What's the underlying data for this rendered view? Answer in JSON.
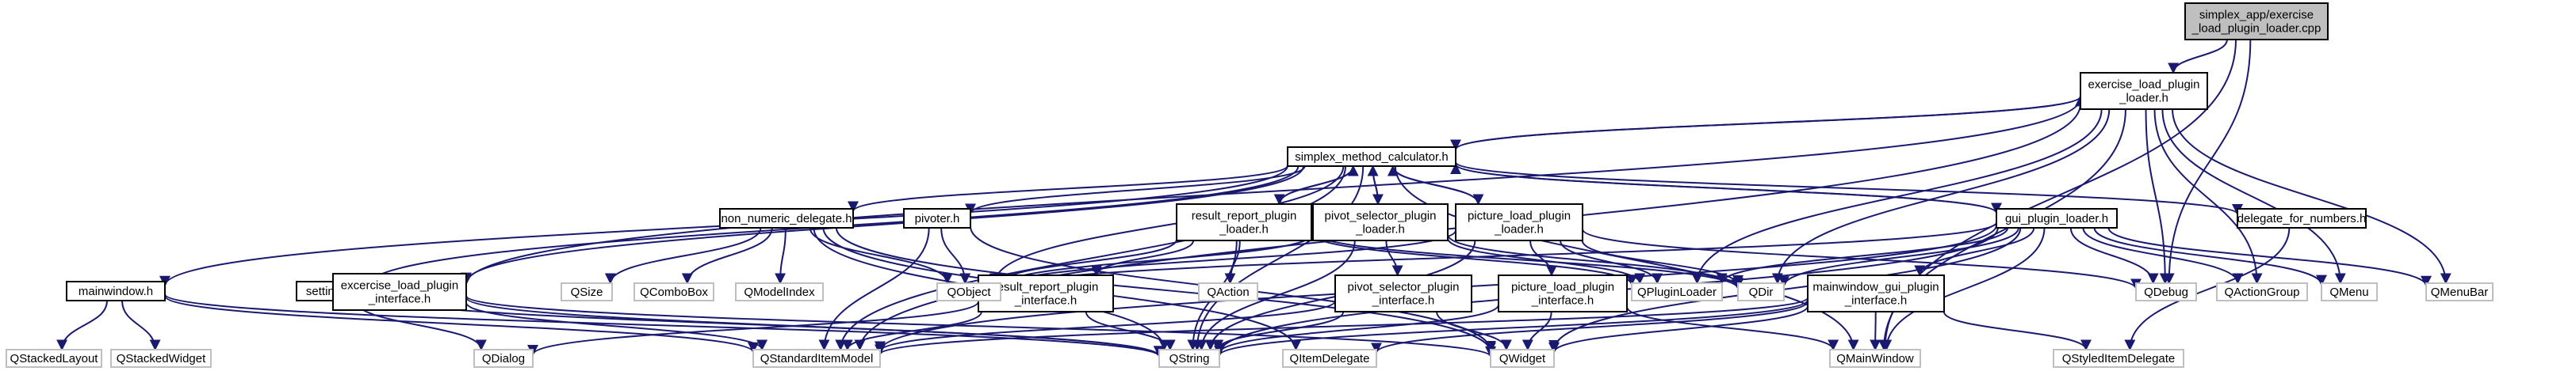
{
  "colors": {
    "edge": "#191970",
    "root_fill": "#bfbfbf",
    "root_stroke": "#000000",
    "documented_fill": "#ffffff",
    "documented_stroke": "#000000",
    "external_fill": "#ffffff",
    "external_stroke": "#bfbfbf"
  },
  "nodes": [
    {
      "id": "root",
      "kind": "root",
      "lines": [
        "simplex_app/exercise",
        "_load_plugin_loader.cpp"
      ]
    },
    {
      "id": "elpl",
      "kind": "documented",
      "lines": [
        "exercise_load_plugin",
        "_loader.h"
      ]
    },
    {
      "id": "smc",
      "kind": "documented",
      "lines": [
        "simplex_method_calculator.h"
      ]
    },
    {
      "id": "nnd",
      "kind": "documented",
      "lines": [
        "non_numeric_delegate.h"
      ]
    },
    {
      "id": "piv",
      "kind": "documented",
      "lines": [
        "pivoter.h"
      ]
    },
    {
      "id": "rrpl",
      "kind": "documented",
      "lines": [
        "result_report_plugin",
        "_loader.h"
      ]
    },
    {
      "id": "pspl",
      "kind": "documented",
      "lines": [
        "pivot_selector_plugin",
        "_loader.h"
      ]
    },
    {
      "id": "ppl",
      "kind": "documented",
      "lines": [
        "picture_load_plugin",
        "_loader.h"
      ]
    },
    {
      "id": "gpl",
      "kind": "documented",
      "lines": [
        "gui_plugin_loader.h"
      ]
    },
    {
      "id": "dfn",
      "kind": "documented",
      "lines": [
        "delegate_for_numbers.h"
      ]
    },
    {
      "id": "mw",
      "kind": "documented",
      "lines": [
        "mainwindow.h"
      ]
    },
    {
      "id": "set",
      "kind": "documented",
      "lines": [
        "settings.h"
      ]
    },
    {
      "id": "elpi",
      "kind": "documented",
      "lines": [
        "excercise_load_plugin",
        "_interface.h"
      ]
    },
    {
      "id": "rrpi",
      "kind": "documented",
      "lines": [
        "result_report_plugin",
        "_interface.h"
      ]
    },
    {
      "id": "pspi",
      "kind": "documented",
      "lines": [
        "pivot_selector_plugin",
        "_interface.h"
      ]
    },
    {
      "id": "ppi",
      "kind": "documented",
      "lines": [
        "picture_load_plugin",
        "_interface.h"
      ]
    },
    {
      "id": "mgpi",
      "kind": "documented",
      "lines": [
        "mainwindow_gui_plugin",
        "_interface.h"
      ]
    },
    {
      "id": "qsize",
      "kind": "external",
      "lines": [
        "QSize"
      ]
    },
    {
      "id": "qcombo",
      "kind": "external",
      "lines": [
        "QComboBox"
      ]
    },
    {
      "id": "qmodelidx",
      "kind": "external",
      "lines": [
        "QModelIndex"
      ]
    },
    {
      "id": "qobject",
      "kind": "external",
      "lines": [
        "QObject"
      ]
    },
    {
      "id": "qaction",
      "kind": "external",
      "lines": [
        "QAction"
      ]
    },
    {
      "id": "qpluginloader",
      "kind": "external",
      "lines": [
        "QPluginLoader"
      ]
    },
    {
      "id": "qdir",
      "kind": "external",
      "lines": [
        "QDir"
      ]
    },
    {
      "id": "qdebug",
      "kind": "external",
      "lines": [
        "QDebug"
      ]
    },
    {
      "id": "qactiongroup",
      "kind": "external",
      "lines": [
        "QActionGroup"
      ]
    },
    {
      "id": "qmenu",
      "kind": "external",
      "lines": [
        "QMenu"
      ]
    },
    {
      "id": "qmenubar",
      "kind": "external",
      "lines": [
        "QMenuBar"
      ]
    },
    {
      "id": "qstackedlayout",
      "kind": "external",
      "lines": [
        "QStackedLayout"
      ]
    },
    {
      "id": "qstackedwidget",
      "kind": "external",
      "lines": [
        "QStackedWidget"
      ]
    },
    {
      "id": "qdialog",
      "kind": "external",
      "lines": [
        "QDialog"
      ]
    },
    {
      "id": "qsim",
      "kind": "external",
      "lines": [
        "QStandardItemModel"
      ]
    },
    {
      "id": "qstring",
      "kind": "external",
      "lines": [
        "QString"
      ]
    },
    {
      "id": "qitemdelegate",
      "kind": "external",
      "lines": [
        "QItemDelegate"
      ]
    },
    {
      "id": "qwidget",
      "kind": "external",
      "lines": [
        "QWidget"
      ]
    },
    {
      "id": "qmainwindow",
      "kind": "external",
      "lines": [
        "QMainWindow"
      ]
    },
    {
      "id": "qstyleditemdelegate",
      "kind": "external",
      "lines": [
        "QStyledItemDelegate"
      ]
    }
  ],
  "edges": [
    [
      "root",
      "elpl"
    ],
    [
      "root",
      "qdebug"
    ],
    [
      "root",
      "qmainwindow"
    ],
    [
      "elpl",
      "smc"
    ],
    [
      "elpl",
      "elpi"
    ],
    [
      "elpl",
      "qpluginloader"
    ],
    [
      "elpl",
      "qdir"
    ],
    [
      "elpl",
      "qdebug"
    ],
    [
      "elpl",
      "qactiongroup"
    ],
    [
      "elpl",
      "qmenu"
    ],
    [
      "elpl",
      "qmenubar"
    ],
    [
      "elpl",
      "qmainwindow"
    ],
    [
      "elpl",
      "qsim"
    ],
    [
      "smc",
      "elpl"
    ],
    [
      "smc",
      "mw"
    ],
    [
      "smc",
      "set"
    ],
    [
      "smc",
      "elpi"
    ],
    [
      "smc",
      "nnd"
    ],
    [
      "smc",
      "piv"
    ],
    [
      "smc",
      "rrpl"
    ],
    [
      "smc",
      "pspl"
    ],
    [
      "smc",
      "ppl"
    ],
    [
      "smc",
      "gpl"
    ],
    [
      "smc",
      "dfn"
    ],
    [
      "smc",
      "qobject"
    ],
    [
      "smc",
      "qsim"
    ],
    [
      "smc",
      "qmainwindow"
    ],
    [
      "smc",
      "qstring"
    ],
    [
      "rrpl",
      "smc"
    ],
    [
      "pspl",
      "smc"
    ],
    [
      "ppl",
      "smc"
    ],
    [
      "gpl",
      "smc"
    ],
    [
      "nnd",
      "qsize"
    ],
    [
      "nnd",
      "qcombo"
    ],
    [
      "nnd",
      "qmodelidx"
    ],
    [
      "nnd",
      "qobject"
    ],
    [
      "nnd",
      "qwidget"
    ],
    [
      "nnd",
      "qitemdelegate"
    ],
    [
      "nnd",
      "qstring"
    ],
    [
      "piv",
      "qobject"
    ],
    [
      "piv",
      "qsim"
    ],
    [
      "piv",
      "qwidget"
    ],
    [
      "rrpl",
      "qobject"
    ],
    [
      "rrpl",
      "rrpi"
    ],
    [
      "rrpl",
      "qaction"
    ],
    [
      "rrpl",
      "qpluginloader"
    ],
    [
      "rrpl",
      "qdir"
    ],
    [
      "rrpl",
      "qstring"
    ],
    [
      "pspl",
      "qobject"
    ],
    [
      "pspl",
      "pspi"
    ],
    [
      "pspl",
      "qpluginloader"
    ],
    [
      "pspl",
      "qdir"
    ],
    [
      "pspl",
      "qstring"
    ],
    [
      "ppl",
      "qobject"
    ],
    [
      "ppl",
      "ppi"
    ],
    [
      "ppl",
      "qpluginloader"
    ],
    [
      "ppl",
      "qdir"
    ],
    [
      "ppl",
      "qstring"
    ],
    [
      "ppl",
      "qdebug"
    ],
    [
      "gpl",
      "qobject"
    ],
    [
      "gpl",
      "mgpi"
    ],
    [
      "gpl",
      "qpluginloader"
    ],
    [
      "gpl",
      "qdir"
    ],
    [
      "gpl",
      "qdebug"
    ],
    [
      "gpl",
      "qactiongroup"
    ],
    [
      "gpl",
      "qmenu"
    ],
    [
      "gpl",
      "qmenubar"
    ],
    [
      "gpl",
      "qmainwindow"
    ],
    [
      "gpl",
      "qwidget"
    ],
    [
      "gpl",
      "qstring"
    ],
    [
      "gpl",
      "qsim"
    ],
    [
      "dfn",
      "qstyleditemdelegate"
    ],
    [
      "mw",
      "qstackedlayout"
    ],
    [
      "mw",
      "qstackedwidget"
    ],
    [
      "mw",
      "qsim"
    ],
    [
      "mw",
      "qstring"
    ],
    [
      "set",
      "qdialog"
    ],
    [
      "set",
      "qstring"
    ],
    [
      "elpi",
      "qsim"
    ],
    [
      "elpi",
      "qstring"
    ],
    [
      "elpi",
      "qwidget"
    ],
    [
      "rrpi",
      "qdialog"
    ],
    [
      "rrpi",
      "qsim"
    ],
    [
      "rrpi",
      "qstring"
    ],
    [
      "pspi",
      "qsim"
    ],
    [
      "pspi",
      "qstring"
    ],
    [
      "pspi",
      "qwidget"
    ],
    [
      "ppi",
      "qstring"
    ],
    [
      "ppi",
      "qwidget"
    ],
    [
      "ppi",
      "qmainwindow"
    ],
    [
      "mgpi",
      "qsim"
    ],
    [
      "mgpi",
      "qstring"
    ],
    [
      "mgpi",
      "qwidget"
    ],
    [
      "mgpi",
      "qmainwindow"
    ],
    [
      "mgpi",
      "qitemdelegate"
    ],
    [
      "mgpi",
      "qstyleditemdelegate"
    ]
  ]
}
